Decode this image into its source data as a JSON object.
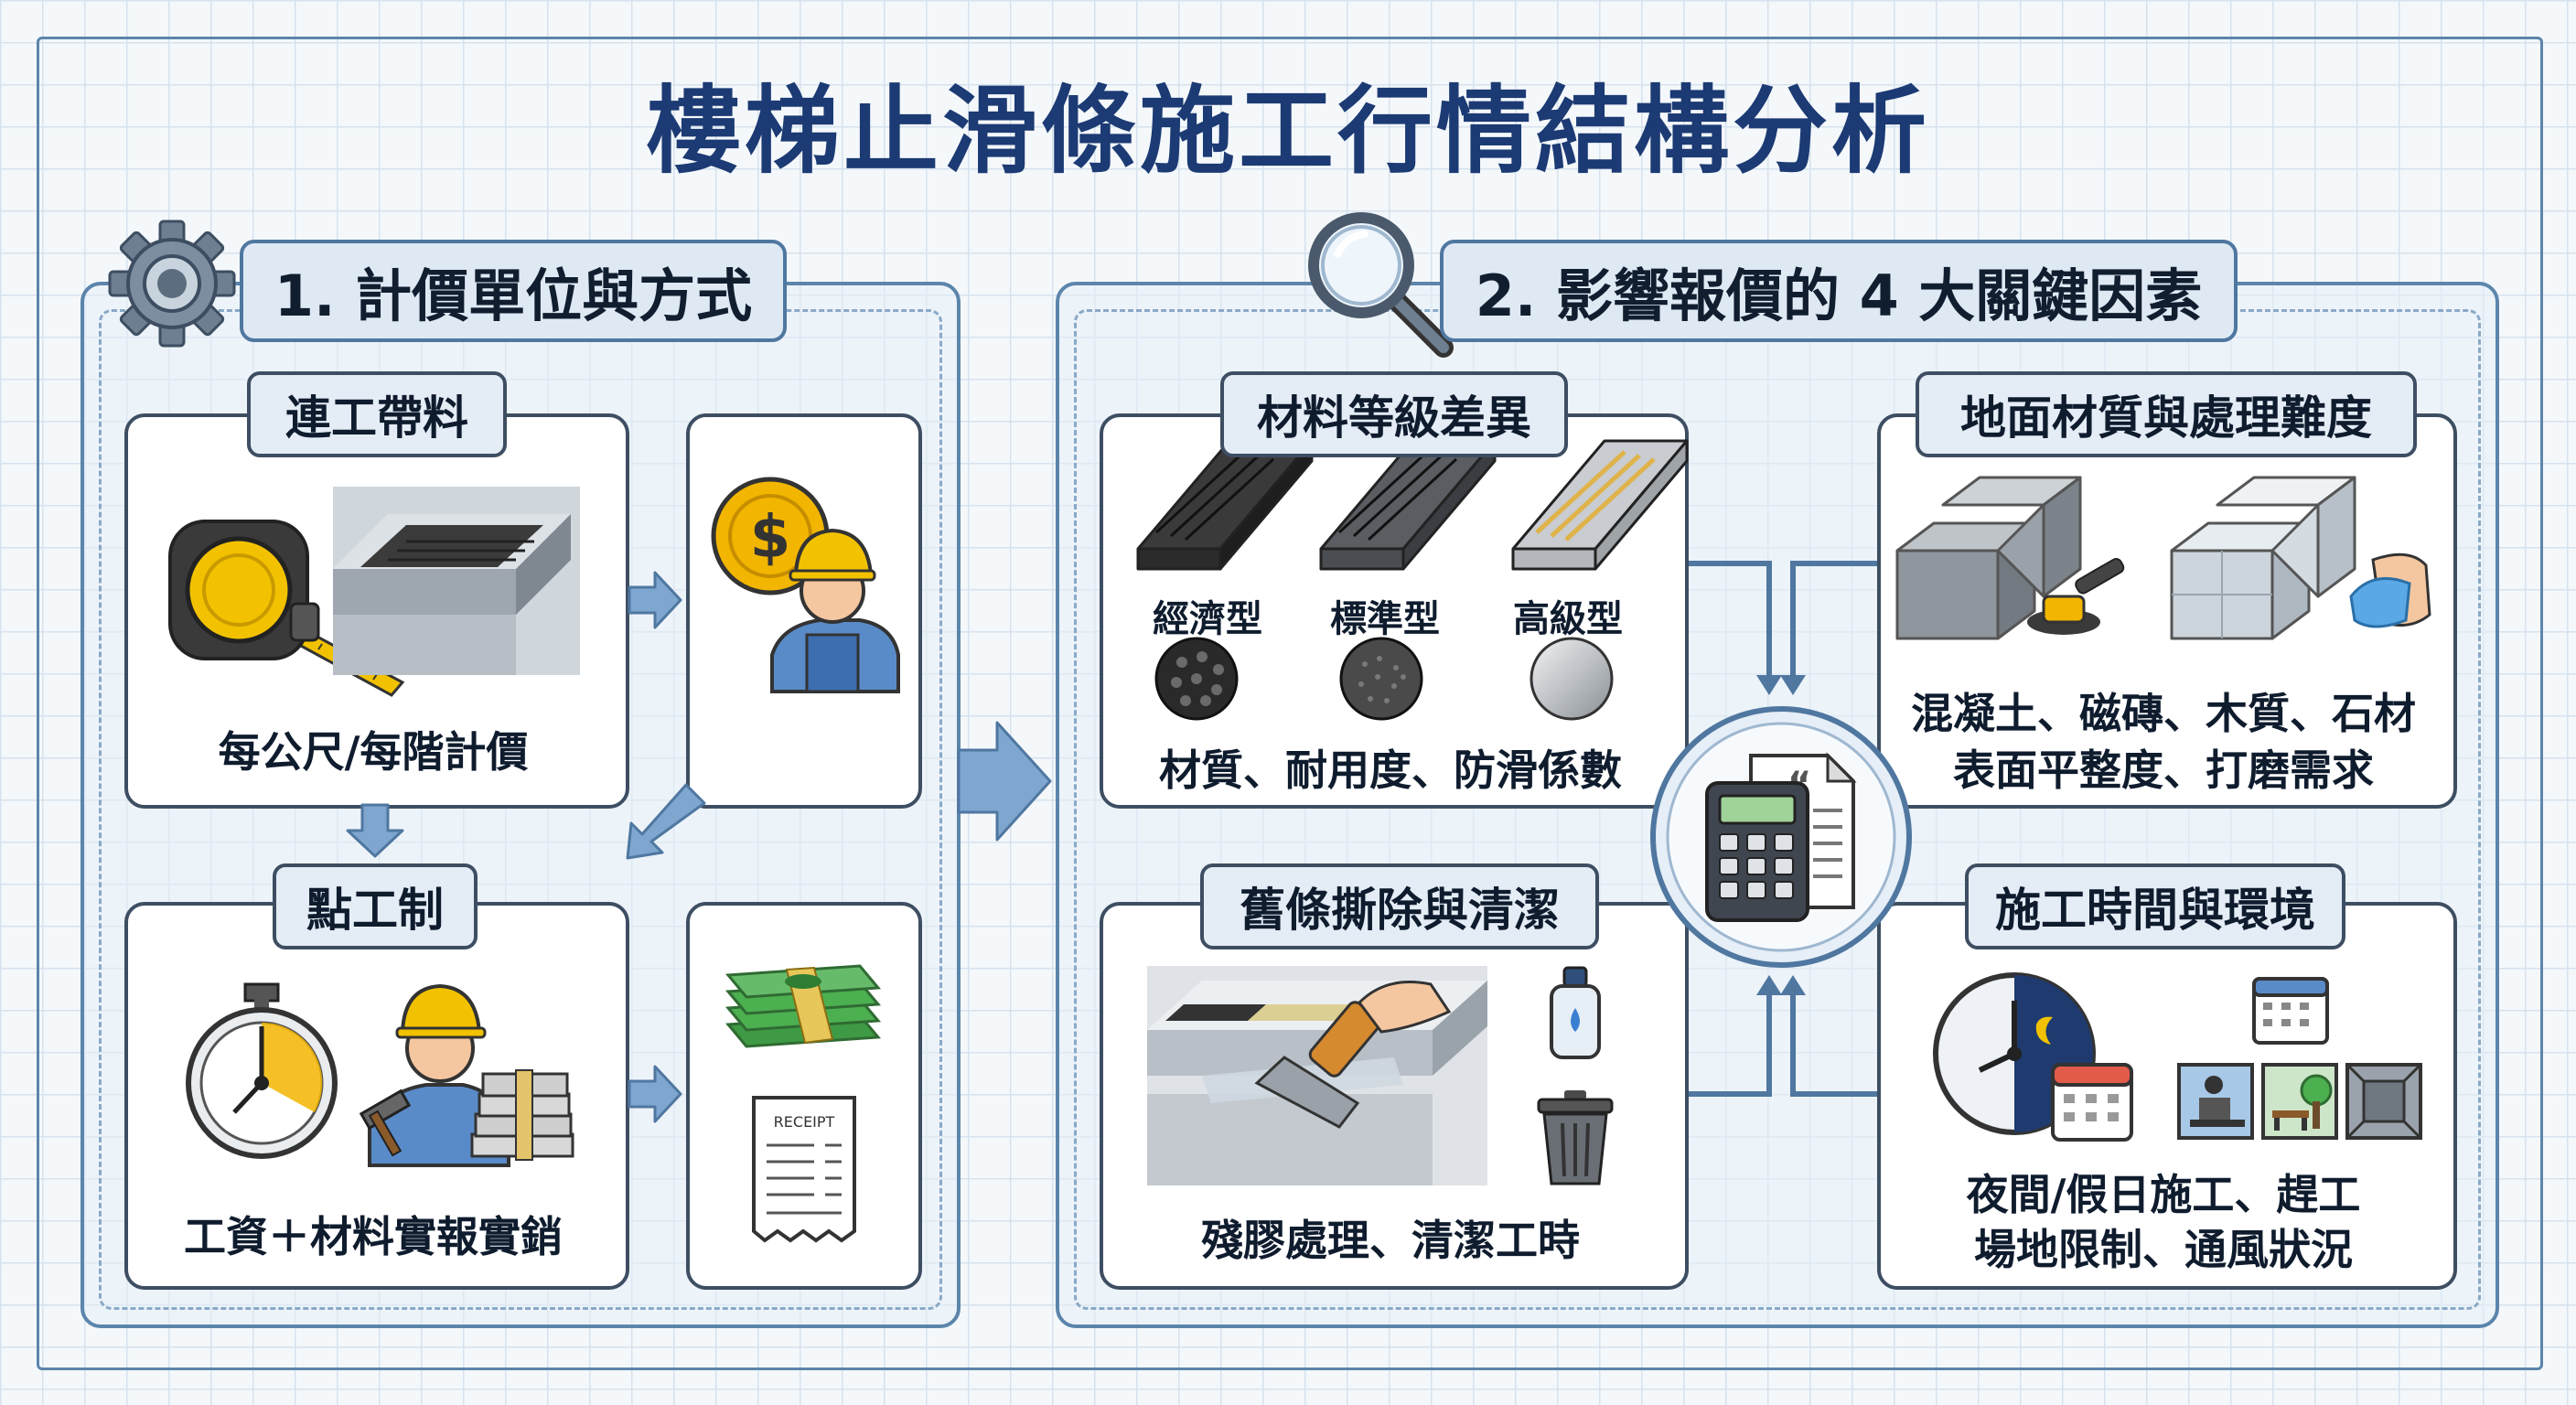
{
  "title": "樓梯止滑條施工行情結構分析",
  "section1": {
    "heading": "1. 計價單位與方式",
    "card_a": {
      "tag": "連工帶料",
      "caption": "每公尺/每階計價"
    },
    "card_b": {
      "tag": "點工制",
      "caption": "工資＋材料實報實銷",
      "receipt_label": "RECEIPT"
    }
  },
  "section2": {
    "heading": "2. 影響報價的 4 大關鍵因素",
    "materials": {
      "tag": "材料等級差異",
      "grades": [
        "經濟型",
        "標準型",
        "高級型"
      ],
      "caption": "材質、耐用度、防滑係數"
    },
    "floor": {
      "tag": "地面材質與處理難度",
      "lines": [
        "混凝土、磁磚、木質、石材",
        "表面平整度、打磨需求"
      ]
    },
    "removal": {
      "tag": "舊條撕除與清潔",
      "caption": "殘膠處理、清潔工時"
    },
    "timing": {
      "tag": "施工時間與環境",
      "lines": [
        "夜間/假日施工、趕工",
        "場地限制、通風狀況"
      ]
    }
  },
  "colors": {
    "title": "#1c3a73",
    "accent_blue": "#5c85ab",
    "arrow": "#7ea6cf",
    "coin": "#f2b500",
    "cash": "#4caf50"
  }
}
